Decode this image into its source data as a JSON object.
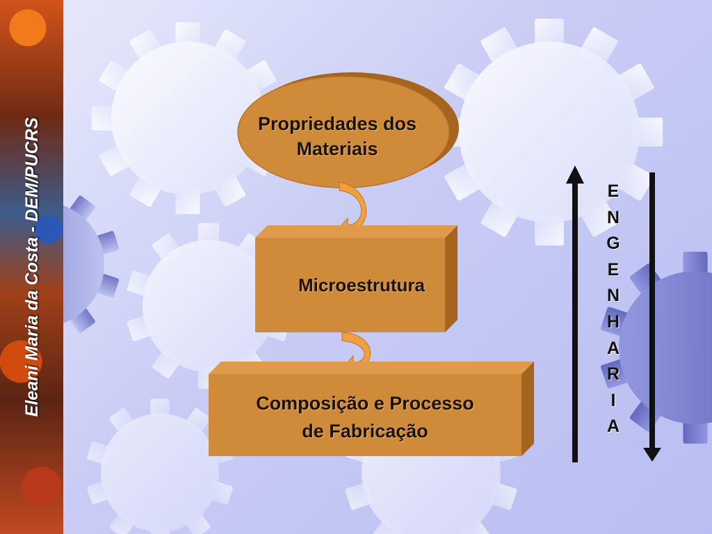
{
  "sidebar": {
    "caption": "Eleani Maria da Costa - DEM/PUCRS"
  },
  "diagram": {
    "top_oval": {
      "line1": "Propriedades dos",
      "line2": "Materiais"
    },
    "middle_box": {
      "label": "Microestrutura"
    },
    "bottom_box": {
      "line1": "Composição e Processo",
      "line2": "de Fabricação"
    }
  },
  "side_label": {
    "letters": [
      "E",
      "N",
      "G",
      "E",
      "N",
      "H",
      "A",
      "R",
      "I",
      "A"
    ]
  },
  "colors": {
    "box_front": "#cf8a3a",
    "box_side": "#a5651f",
    "box_top": "#e09a4c",
    "arrow": "#f0a040",
    "text": "#1b1208"
  }
}
